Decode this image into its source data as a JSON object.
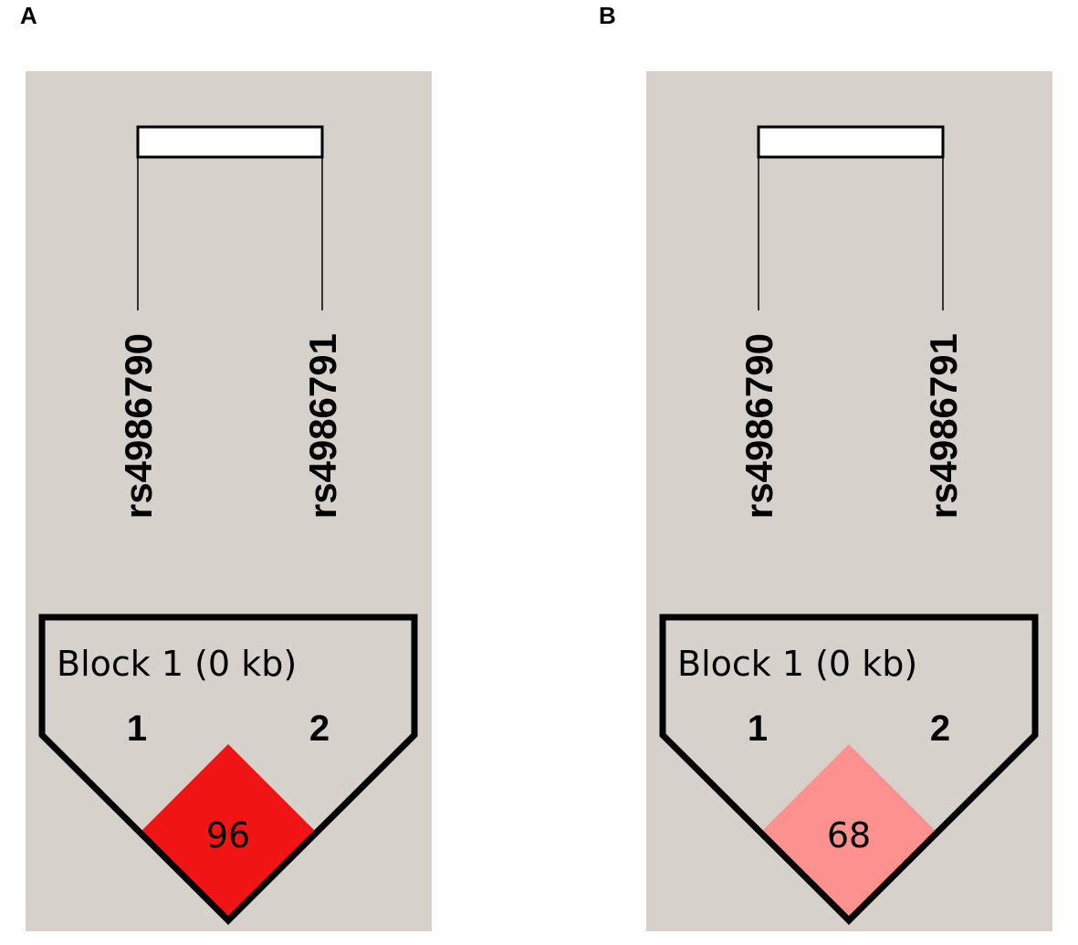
{
  "panels": [
    {
      "label": "A",
      "snps": [
        "rs4986790",
        "rs4986791"
      ],
      "block_title": "Block 1 (0 kb)",
      "marker_numbers": [
        "1",
        "2"
      ],
      "ld_value": "96",
      "ld_color": "#f01414"
    },
    {
      "label": "B",
      "snps": [
        "rs4986790",
        "rs4986791"
      ],
      "block_title": "Block 1 (0 kb)",
      "marker_numbers": [
        "1",
        "2"
      ],
      "ld_value": "68",
      "ld_color": "#fc9190"
    }
  ],
  "colors": {
    "panel_background": "#d6d2cb",
    "outline": "#000000",
    "bar_fill": "#ffffff"
  }
}
